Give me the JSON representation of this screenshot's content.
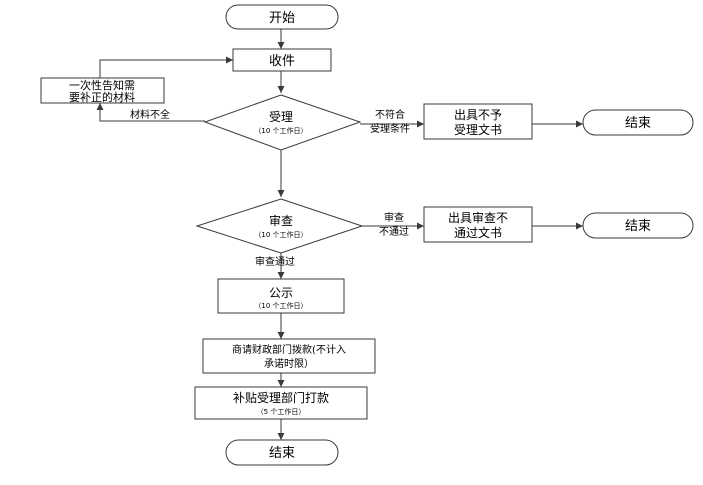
{
  "nodes": {
    "start": "开始",
    "receive": "收件",
    "notify_line1": "一次性告知需",
    "notify_line2": "要补正的材料",
    "accept": "受理",
    "accept_time": "（10 个工作日）",
    "reject_doc_line1": "出具不予",
    "reject_doc_line2": "受理文书",
    "end1": "结束",
    "review": "审查",
    "review_time": "（10 个工作日）",
    "review_fail_doc_line1": "出具审查不",
    "review_fail_doc_line2": "通过文书",
    "end2": "结束",
    "publicity": "公示",
    "publicity_time": "（10 个工作日）",
    "finance_line1": "商请财政部门拨款(不计入",
    "finance_line2": "承诺时限）",
    "pay": "补贴受理部门打款",
    "pay_time": "（5 个工作日）",
    "end3": "结束"
  },
  "edge_labels": {
    "incomplete": "材料不全",
    "not_meet_line1": "不符合",
    "not_meet_line2": "受理条件",
    "review_fail_line1": "审查",
    "review_fail_line2": "不通过",
    "review_pass": "审查通过"
  }
}
